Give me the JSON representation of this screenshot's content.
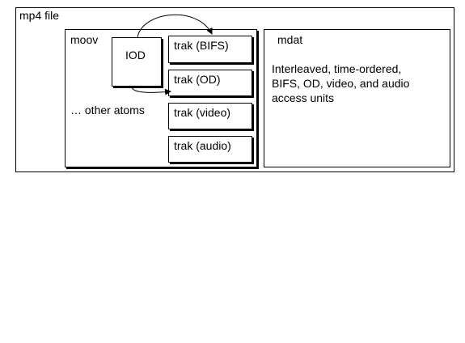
{
  "file": {
    "label": "mp4 file"
  },
  "moov": {
    "label": "moov",
    "iod_label": "IOD",
    "other_atoms": "… other atoms",
    "traks": [
      "trak (BIFS)",
      "trak (OD)",
      "trak (video)",
      "trak (audio)"
    ]
  },
  "mdat": {
    "label": "mdat",
    "description_lines": [
      "Interleaved, time-ordered,",
      "BIFS, OD, video, and audio",
      "access units"
    ]
  }
}
